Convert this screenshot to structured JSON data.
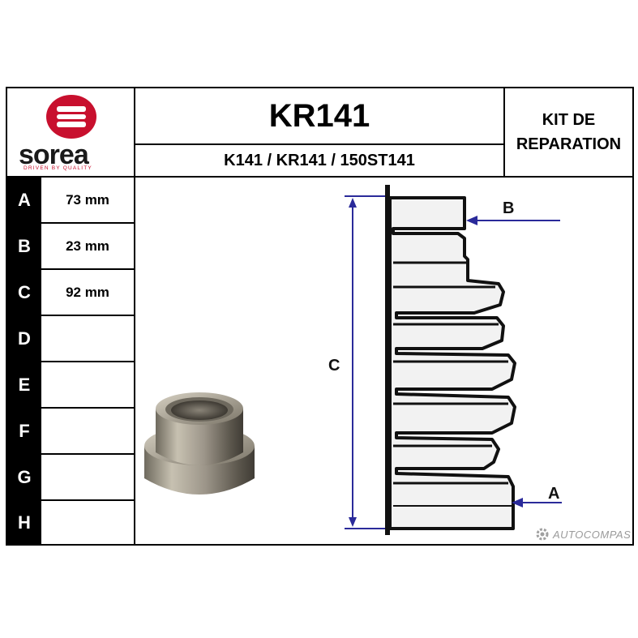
{
  "brand": {
    "name": "sorea",
    "tagline": "DRIVEN BY QUALITY",
    "color": "#c8102e"
  },
  "header": {
    "part_number": "KR141",
    "cross_refs": "K141 / KR141 / 150ST141",
    "kit_line1": "KIT DE",
    "kit_line2": "REPARATION"
  },
  "dimensions": [
    {
      "letter": "A",
      "value": "73 mm"
    },
    {
      "letter": "B",
      "value": "23 mm"
    },
    {
      "letter": "C",
      "value": "92 mm"
    },
    {
      "letter": "D",
      "value": ""
    },
    {
      "letter": "E",
      "value": ""
    },
    {
      "letter": "F",
      "value": ""
    },
    {
      "letter": "G",
      "value": ""
    },
    {
      "letter": "H",
      "value": ""
    }
  ],
  "diagram": {
    "label_a": "A",
    "label_b": "B",
    "label_c": "C",
    "dimension_color": "#2a2a9a"
  },
  "watermark": "AUTOCOMPAS"
}
